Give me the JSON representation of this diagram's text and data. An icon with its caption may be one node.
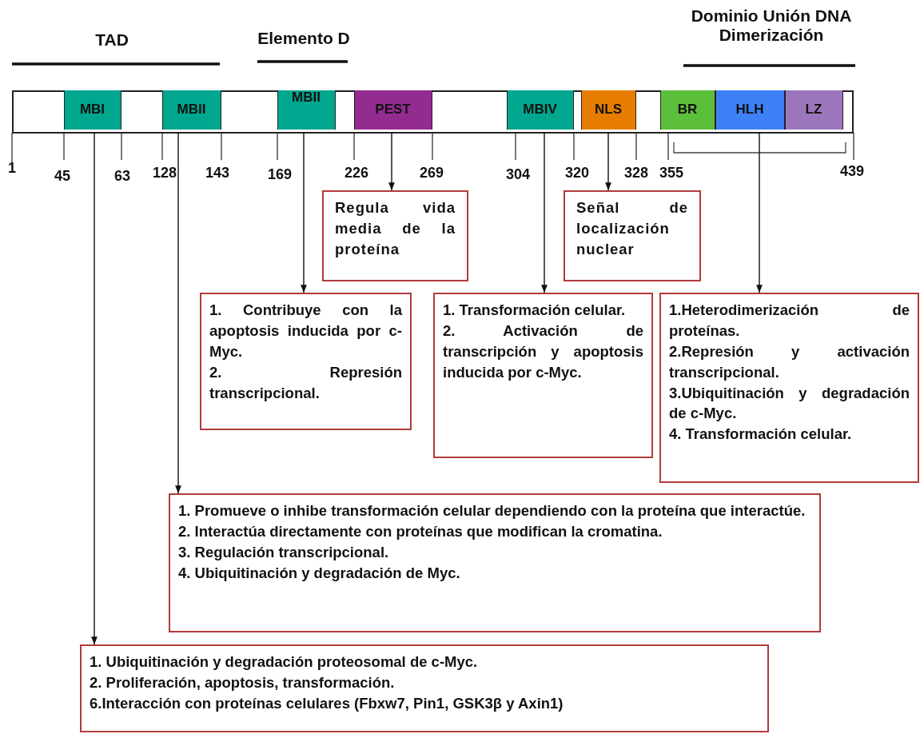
{
  "diagram": {
    "nodes": [
      {
        "text": [],
        "shape": "bar"
      },
      {
        "text": [
          "MBI"
        ],
        "in": 0
      },
      {
        "text": [
          "MBII"
        ],
        "in": 0
      },
      {
        "text": [
          "MBII"
        ],
        "in": 0
      },
      {
        "text": [
          "PEST"
        ],
        "in": 0
      },
      {
        "text": [
          "MBIV"
        ],
        "in": 0
      },
      {
        "text": [
          "NLS"
        ],
        "in": 0
      },
      {
        "text": [
          "BR"
        ],
        "in": 0
      },
      {
        "text": [
          "HLH"
        ],
        "in": 0
      },
      {
        "text": [
          "LZ"
        ],
        "in": 0
      },
      {
        "text": [
          "Regula vida media de la proteína"
        ]
      },
      {
        "text": [
          "Señal de localización nuclear"
        ]
      },
      {
        "text": [
          "1. Contribuye con la apoptosis inducida por c-Myc.",
          "2. Represión transcripcional."
        ]
      },
      {
        "text": [
          "1. Transformación celular.",
          "2. Activación de transcripción y apoptosis inducida por c-Myc."
        ]
      },
      {
        "text": [
          "1.Heterodimerización de proteínas.",
          "2.Represión y activación transcripcional.",
          "3.Ubiquitinación y degradación de c-Myc.",
          "4. Transformación celular."
        ]
      },
      {
        "text": [
          "1. Promueve o inhibe transformación celular dependiendo con la proteína que interactúe.",
          "2. Interactúa directamente con proteínas que modifican la cromatina.",
          "3. Regulación transcripcional.",
          "4. Ubiquitinación y degradación de Myc."
        ]
      },
      {
        "text": [
          "1. Ubiquitinación y degradación proteosomal de c-Myc.",
          "2. Proliferación, apoptosis, transformación.",
          "6.Interacción con proteínas celulares (Fbxw7, Pin1, GSK3β y Axin1)"
        ]
      }
    ],
    "edges": [
      {
        "from": 4,
        "to": 10,
        "arrow": "to"
      },
      {
        "from": 6,
        "to": 11,
        "arrow": "to"
      },
      {
        "from": 3,
        "to": 12,
        "arrow": "to"
      },
      {
        "from": 5,
        "to": 13,
        "arrow": "to"
      },
      {
        "from": 8,
        "to": 14,
        "arrow": "to"
      },
      {
        "from": 2,
        "to": 15,
        "arrow": "to"
      },
      {
        "from": 1,
        "to": 16,
        "arrow": "to"
      }
    ],
    "labels": [
      "TAD",
      "Elemento D",
      "Dominio Unión DNA Dimerización",
      "1",
      "45",
      "63",
      "128",
      "143",
      "169",
      "226",
      "269",
      "304",
      "320",
      "328",
      "355",
      "439"
    ]
  }
}
